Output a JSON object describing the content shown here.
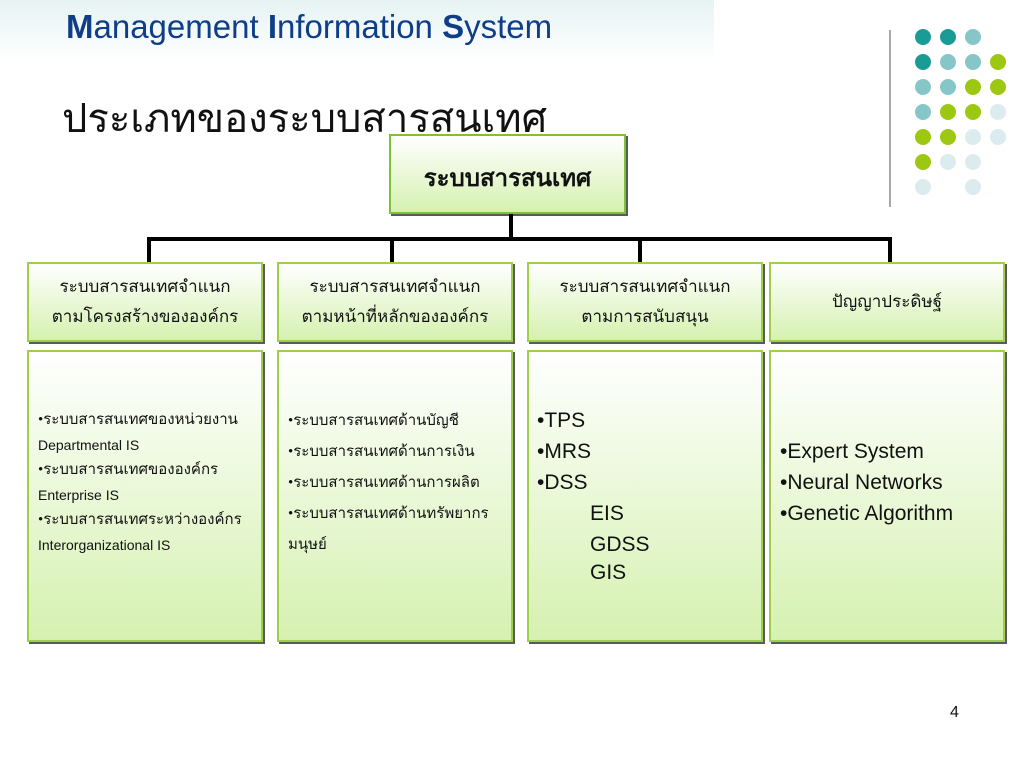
{
  "header": {
    "title_m": "M",
    "title_anagement": "anagement ",
    "title_i": "I",
    "title_nformation": "nformation ",
    "title_s": "S",
    "title_ystem": "ystem"
  },
  "subtitle": "ประเภทของระบบสารสนเทศ",
  "colors": {
    "title_blue": "#0f3d87",
    "teal": "#1a9c96",
    "light_teal": "#86c6c9",
    "lime": "#9cc812",
    "pale": "#dcecee",
    "box_border": "#9fcf4a"
  },
  "dot_rows": [
    [
      "teal",
      "teal",
      "light_teal",
      "none"
    ],
    [
      "teal",
      "light_teal",
      "light_teal",
      "lime"
    ],
    [
      "light_teal",
      "light_teal",
      "lime",
      "lime"
    ],
    [
      "light_teal",
      "lime",
      "lime",
      "pale"
    ],
    [
      "lime",
      "lime",
      "pale",
      "pale"
    ],
    [
      "lime",
      "pale",
      "pale",
      "none"
    ],
    [
      "pale",
      "none",
      "pale",
      "none"
    ]
  ],
  "root": {
    "label": "ระบบสารสนเทศ"
  },
  "categories": [
    {
      "line1": "ระบบสารสนเทศจำแนก",
      "line2": "ตามโครงสร้างขององค์กร"
    },
    {
      "line1": "ระบบสารสนเทศจำแนก",
      "line2": "ตามหน้าที่หลักขององค์กร"
    },
    {
      "line1": "ระบบสารสนเทศจำแนก",
      "line2": "ตามการสนับสนุน"
    },
    {
      "line1": "ปัญญาประดิษฐ์",
      "line2": ""
    }
  ],
  "structure_items": [
    {
      "thai": "•ระบบสารสนเทศของหน่วยงาน",
      "en": "Departmental IS"
    },
    {
      "thai": "•ระบบสารสนเทศขององค์กร",
      "en": "Enterprise IS"
    },
    {
      "thai": "•ระบบสารสนเทศระหว่างองค์กร",
      "en": "Interorganizational IS"
    }
  ],
  "function_items": [
    "•ระบบสารสนเทศด้านบัญชี",
    "•ระบบสารสนเทศด้านการเงิน",
    "•ระบบสารสนเทศด้านการผลิต",
    "•ระบบสารสนเทศด้านทรัพยากร",
    "มนุษย์"
  ],
  "support_items": [
    "•TPS",
    "•MRS",
    "•DSS"
  ],
  "support_subitems": [
    "EIS",
    "GDSS",
    "GIS"
  ],
  "ai_items": [
    "•Expert System",
    "•Neural Networks",
    "•Genetic Algorithm"
  ],
  "page_number": "4"
}
